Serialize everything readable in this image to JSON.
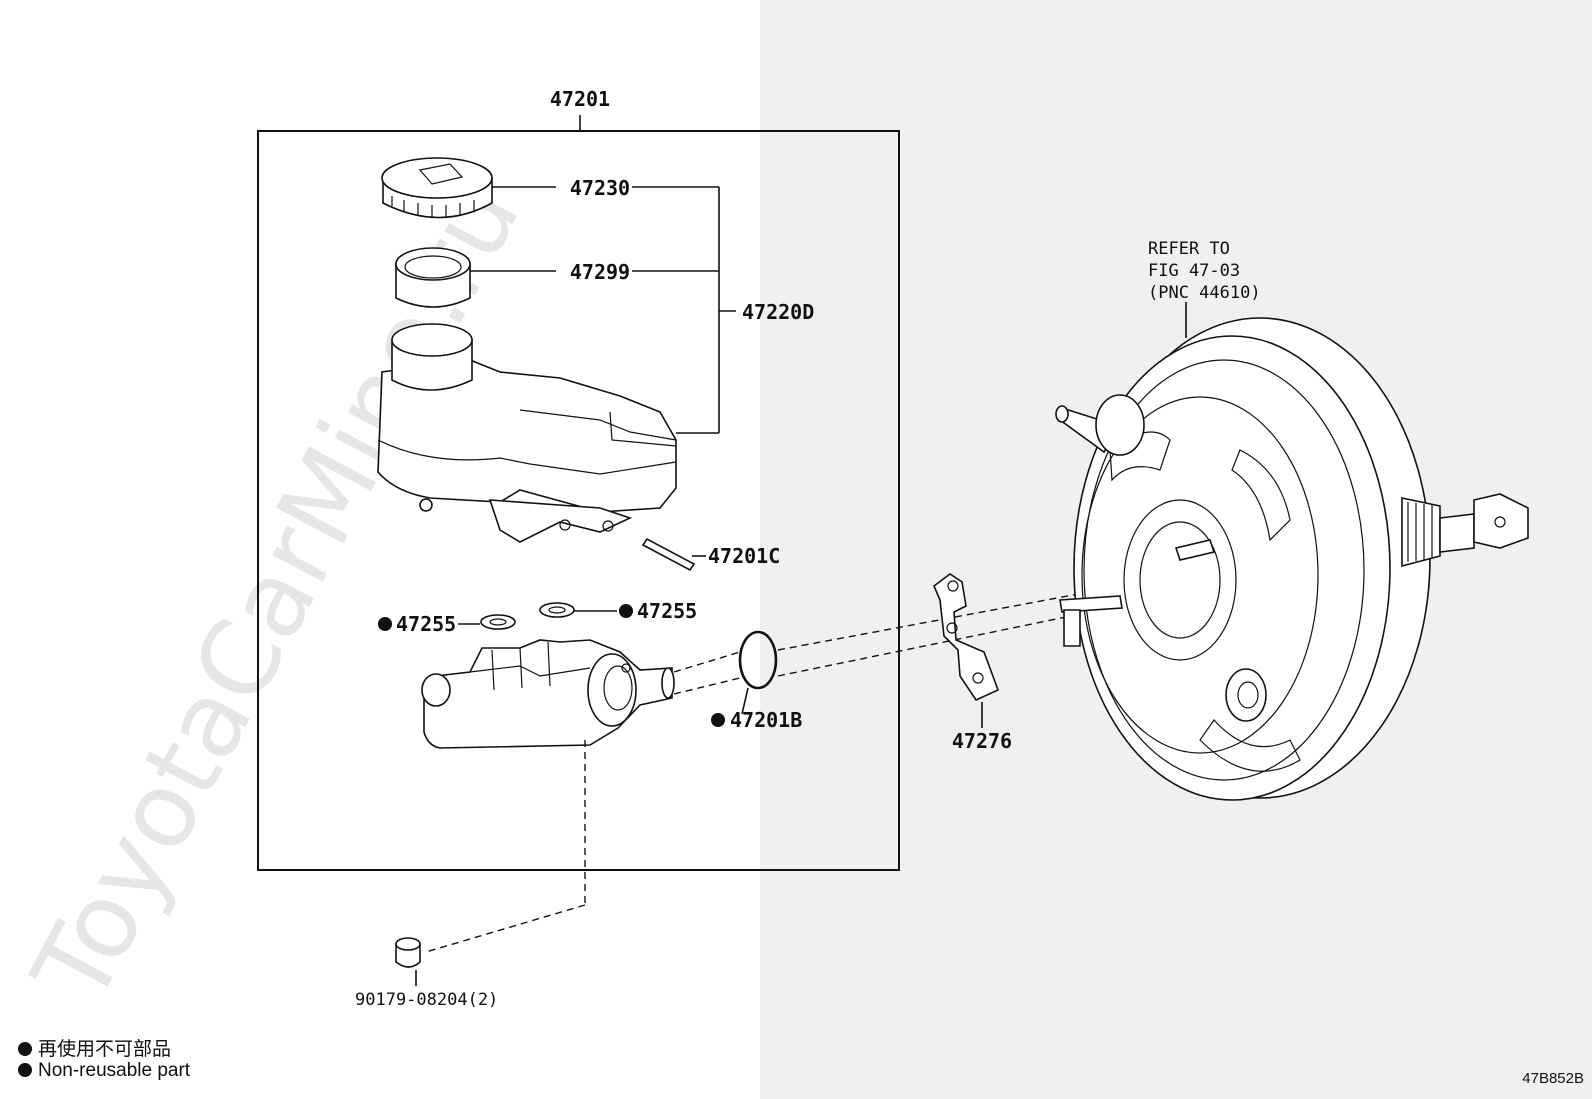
{
  "watermark": "ToyotaCarMine.ru",
  "labels": {
    "assembly": "47201",
    "cap": "47230",
    "strainer": "47299",
    "reservoir": "47220D",
    "pin": "47201C",
    "grommet_left": "47255",
    "grommet_right": "47255",
    "oring": "47201B",
    "plate": "47276",
    "plug": "90179-08204(2)"
  },
  "refer": {
    "line1": "REFER TO",
    "line2": "FIG 47-03",
    "line3": "(PNC 44610)"
  },
  "legend": {
    "line1": "再使用不可部品",
    "line2": "Non-reusable part"
  },
  "figure_code": "47B852B"
}
